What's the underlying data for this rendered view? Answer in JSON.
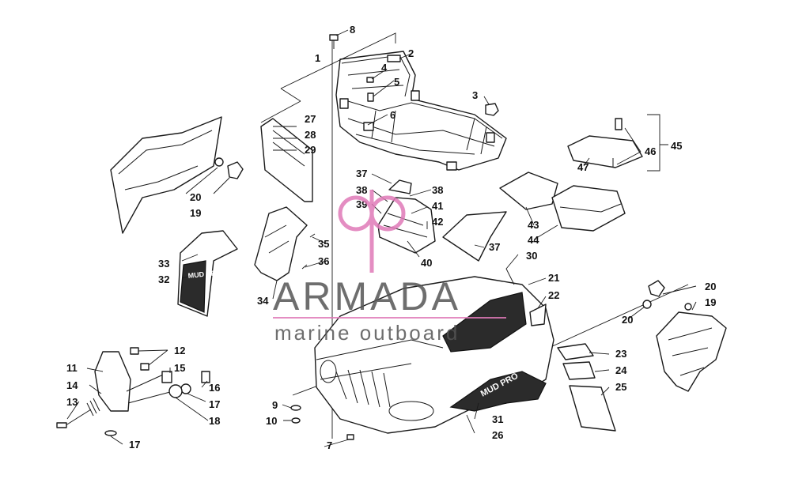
{
  "diagram": {
    "callouts": [
      "1",
      "2",
      "3",
      "4",
      "5",
      "6",
      "7",
      "8",
      "9",
      "10",
      "11",
      "12",
      "13",
      "14",
      "15",
      "16",
      "17",
      "17",
      "18",
      "19",
      "19",
      "20",
      "20",
      "20",
      "21",
      "22",
      "23",
      "24",
      "25",
      "26",
      "27",
      "28",
      "29",
      "30",
      "31",
      "32",
      "33",
      "34",
      "35",
      "36",
      "37",
      "37",
      "38",
      "38",
      "39",
      "40",
      "41",
      "42",
      "43",
      "44",
      "45",
      "46",
      "47"
    ]
  },
  "decals": {
    "mud_pro_left": "MUD PRO",
    "mud_pro_right": "MUD PRO"
  },
  "watermark": {
    "brand": "ARMADA",
    "tagline": "marine outboard",
    "color": "#e07ab8"
  }
}
